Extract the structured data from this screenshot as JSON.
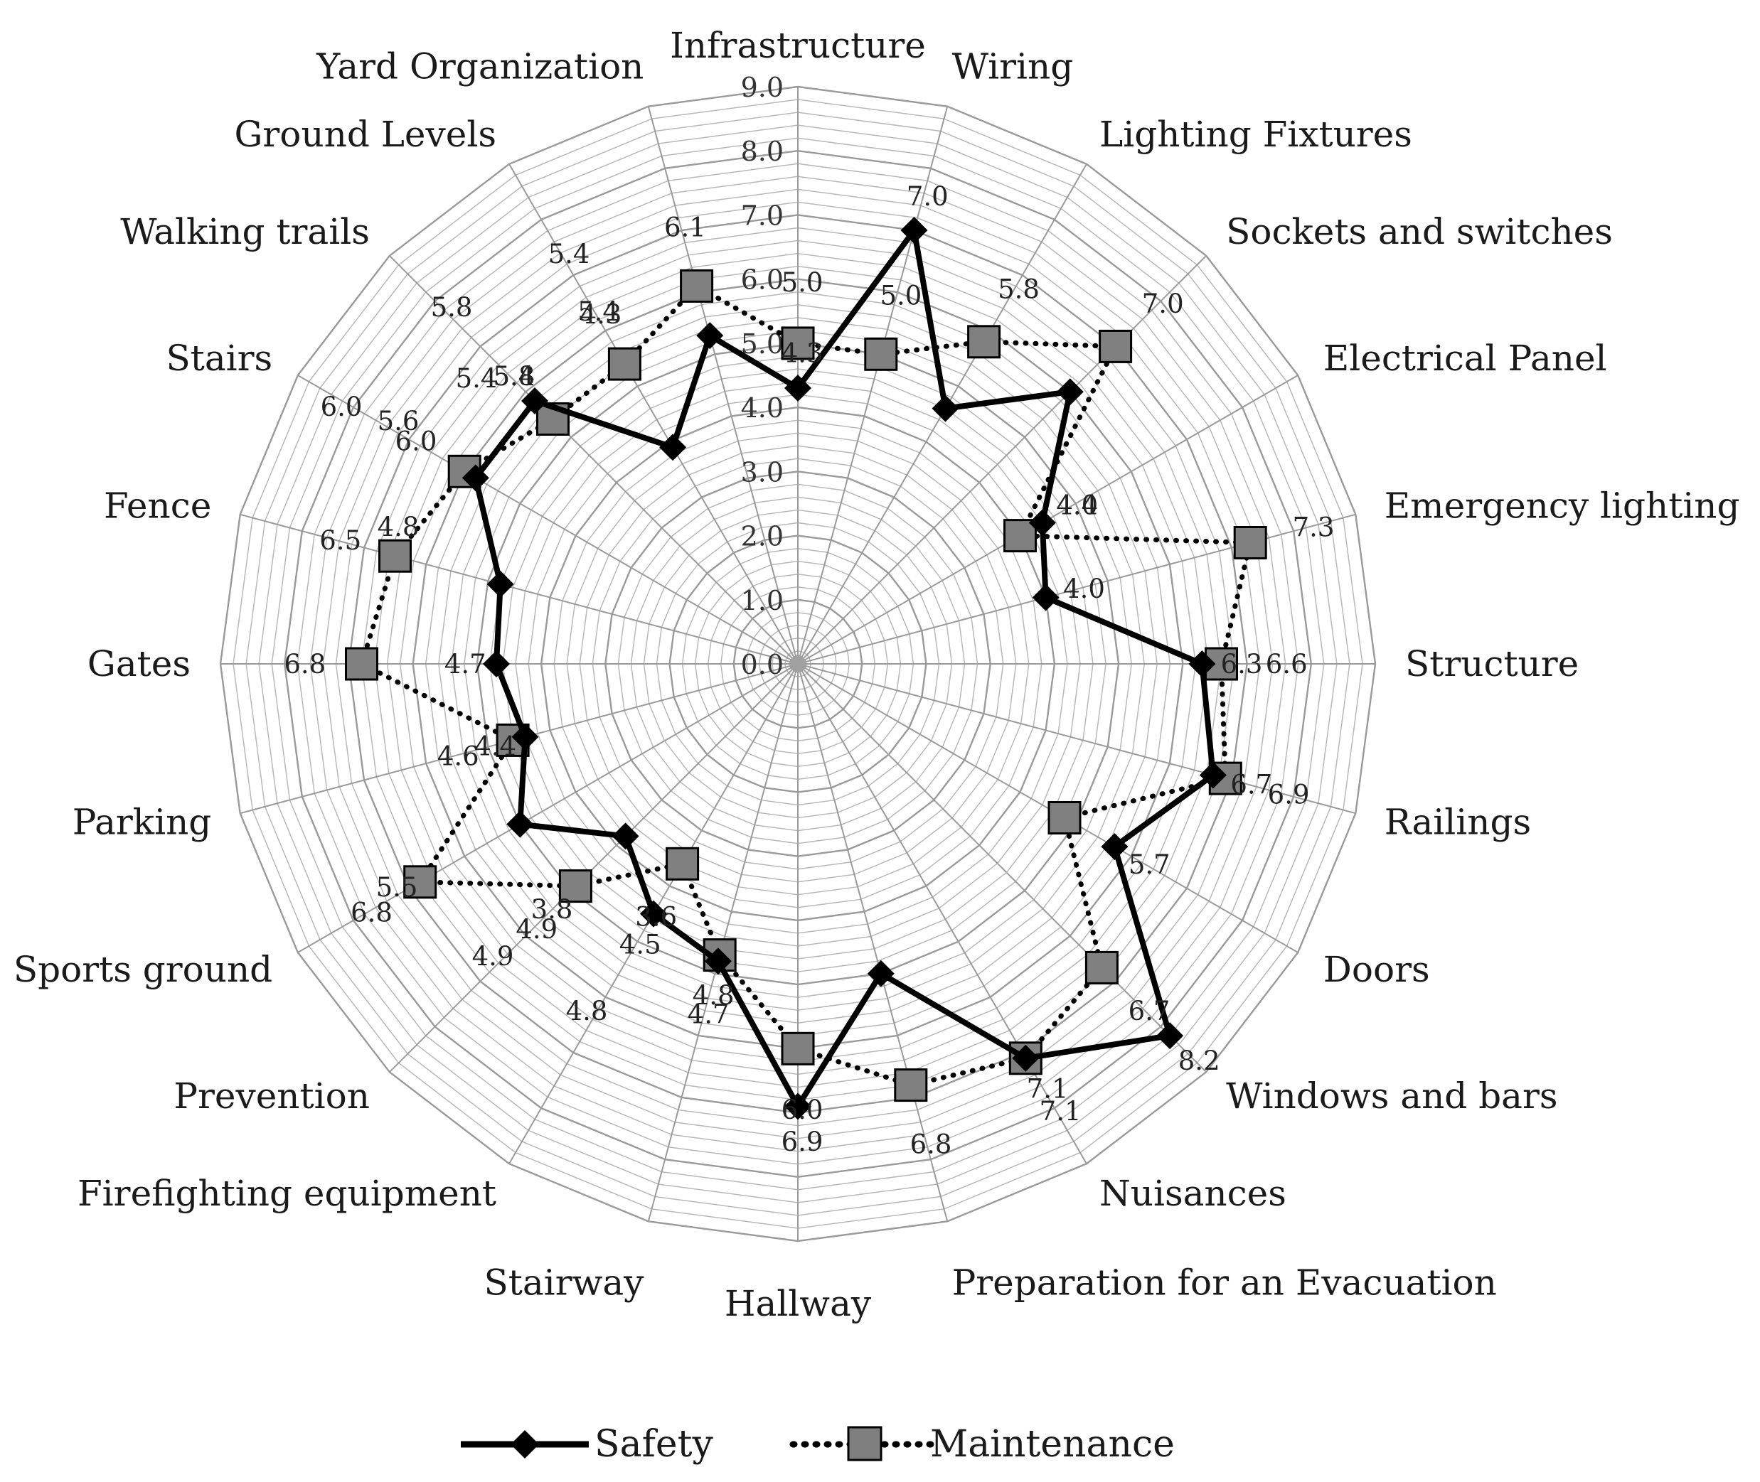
{
  "chart_data": {
    "type": "radar",
    "title": "",
    "rlim": [
      0,
      9
    ],
    "r_ticks": [
      "0.0",
      "1.0",
      "2.0",
      "3.0",
      "4.0",
      "5.0",
      "6.0",
      "7.0",
      "8.0",
      "9.0"
    ],
    "grid": true,
    "legend_position": "bottom",
    "categories": [
      "Infrastructure",
      "Wiring",
      "Lighting Fixtures",
      "Sockets and switches",
      "Electrical Panel",
      "Emergency lighting",
      "Structure",
      "Railings",
      "Doors",
      "Windows and bars",
      "Nuisances",
      "Preparation for an Evacuation",
      "Hallway",
      "Stairway",
      "Firefighting equipment",
      "Prevention",
      "Sports ground",
      "Parking",
      "Gates",
      "Fence",
      "Stairs",
      "Walking trails",
      "Ground Levels",
      "Yard Organization"
    ],
    "series": [
      {
        "name": "Safety",
        "style": "solid",
        "marker": "diamond",
        "color": "#000000",
        "values": [
          4.3,
          7.0,
          4.6,
          6.0,
          4.4,
          4.0,
          6.3,
          6.7,
          5.7,
          8.2,
          7.1,
          5.0,
          6.9,
          4.8,
          4.5,
          3.8,
          5.0,
          4.4,
          4.7,
          4.8,
          5.8,
          5.8,
          3.9,
          5.3
        ],
        "labels": [
          "4.3",
          "7.0",
          "",
          "",
          "4.4",
          "4.0",
          "6.3",
          "6.7",
          "5.7",
          "8.2",
          "7.1",
          "",
          "6.9",
          "4.8",
          "4.5",
          "",
          "",
          "4.4",
          "4.7",
          "",
          "",
          "5.8",
          "",
          ""
        ]
      },
      {
        "name": "Maintenance",
        "style": "dotted",
        "marker": "square",
        "color": "#808080",
        "values": [
          5.0,
          5.0,
          5.8,
          7.0,
          4.0,
          7.3,
          6.6,
          6.9,
          4.8,
          6.7,
          7.1,
          6.8,
          6.0,
          4.7,
          3.6,
          4.9,
          6.8,
          4.6,
          6.8,
          6.5,
          6.0,
          5.4,
          5.4,
          6.1
        ],
        "labels": [
          "5.0",
          "5.0",
          "5.8",
          "7.0",
          "4.0",
          "7.3",
          "6.6",
          "6.9",
          "",
          "6.7",
          "7.1",
          "6.8",
          "6.0",
          "4.7",
          "3.6",
          "4.9",
          "6.8",
          "4.6",
          "6.8",
          "6.5",
          "6.0",
          "5.4",
          "5.4",
          "6.1"
        ]
      }
    ],
    "extra_labels": [
      "4.9",
      "4.8",
      "3.8",
      "5.5",
      "4.8",
      "5.6",
      "5.4",
      "4.3",
      "5.4",
      "6.0",
      "5.8"
    ]
  }
}
